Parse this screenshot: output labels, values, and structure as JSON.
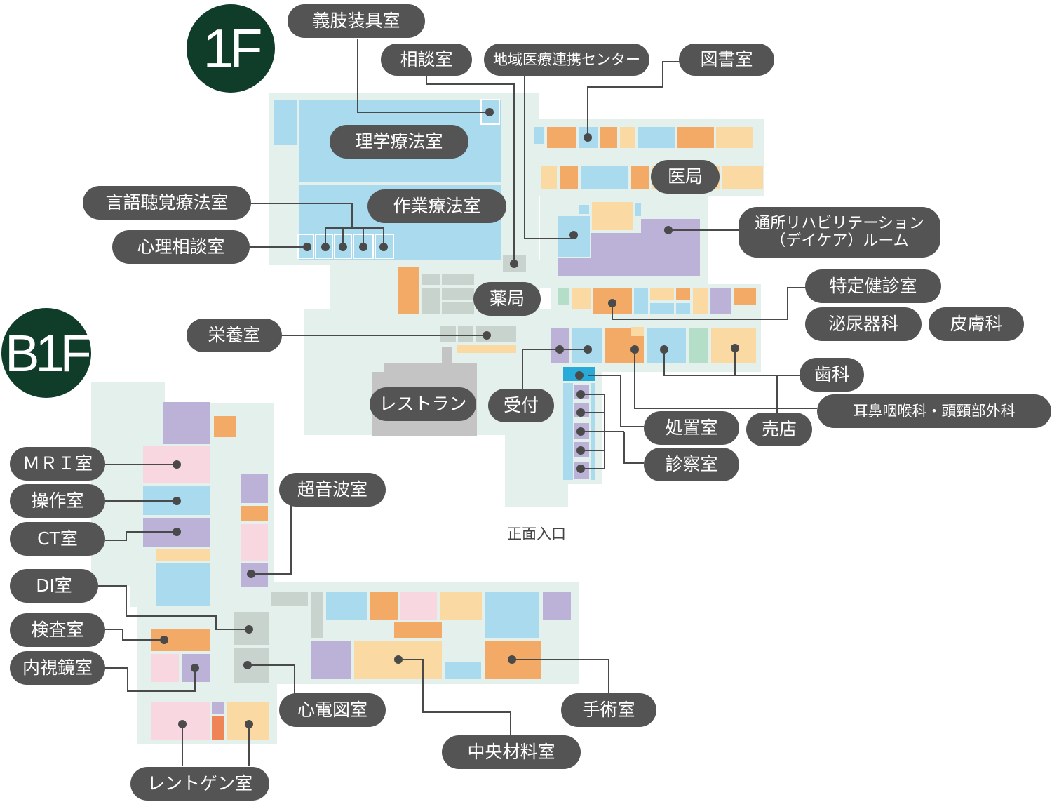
{
  "floors": {
    "first": "1F",
    "basement": "B1F"
  },
  "entrance": "正面入口",
  "rooms_1f": {
    "prosthetics": "義肢装具室",
    "consultation": "相談室",
    "regional_liaison": "地域医療連携センター",
    "library": "図書室",
    "physical_therapy": "理学療法室",
    "medical_office": "医局",
    "speech_therapy": "言語聴覚療法室",
    "occupational_therapy": "作業療法室",
    "psych_consult": "心理相談室",
    "daycare_line1": "通所リハビリテーション",
    "daycare_line2": "（デイケア）ルーム",
    "pharmacy": "薬局",
    "health_checkup": "特定健診室",
    "nutrition": "栄養室",
    "urology": "泌尿器科",
    "dermatology": "皮膚科",
    "dental": "歯科",
    "restaurant": "レストラン",
    "reception": "受付",
    "ent": "耳鼻咽喉科・頭頸部外科",
    "treatment": "処置室",
    "shop": "売店",
    "exam": "診察室"
  },
  "rooms_b1f": {
    "mri": "ＭＲＩ室",
    "operation_room": "操作室",
    "ct": "CT室",
    "ultrasound": "超音波室",
    "di": "DI室",
    "lab": "検査室",
    "endoscopy": "内視鏡室",
    "ecg": "心電図室",
    "surgery": "手術室",
    "central_supply": "中央材料室",
    "xray": "レントゲン室"
  },
  "colors": {
    "floor_outline": "#e3f0ec",
    "blue": "#a9daee",
    "orange": "#f2aa66",
    "peach": "#fbd9a3",
    "purple": "#bcb2d8",
    "pink": "#f8d7e0",
    "gray_green": "#c9d3cd",
    "mint": "#b5dec8",
    "gray": "#c4c4c4",
    "label_bg": "#545454",
    "badge": "#0f3d2a",
    "reception_counter": "#29abd9"
  }
}
